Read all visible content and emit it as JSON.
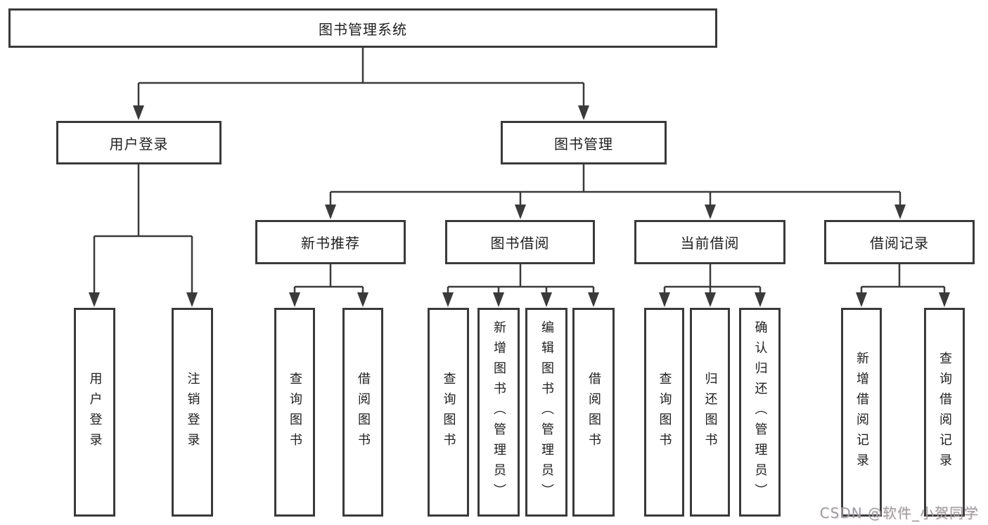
{
  "diagram": {
    "title": "图书管理系统",
    "level1": [
      {
        "label": "用户登录"
      },
      {
        "label": "图书管理"
      }
    ],
    "login_children": [
      {
        "label": "用户登录"
      },
      {
        "label": "注销登录"
      }
    ],
    "mgmt_modules": [
      {
        "label": "新书推荐",
        "children": [
          {
            "label": "查询图书"
          },
          {
            "label": "借阅图书"
          }
        ]
      },
      {
        "label": "图书借阅",
        "children": [
          {
            "label": "查询图书"
          },
          {
            "label": "新增图书（管理员）"
          },
          {
            "label": "编辑图书（管理员）"
          },
          {
            "label": "借阅图书"
          }
        ]
      },
      {
        "label": "当前借阅",
        "children": [
          {
            "label": "查询图书"
          },
          {
            "label": "归还图书"
          },
          {
            "label": "确认归还（管理员）"
          }
        ]
      },
      {
        "label": "借阅记录",
        "children": [
          {
            "label": "新增借阅记录"
          },
          {
            "label": "查询借阅记录"
          }
        ]
      }
    ]
  },
  "watermark": {
    "text": "CSDN @软件_小贺同学"
  },
  "colors": {
    "line": "#3a3a3a",
    "border": "#3a3a3a",
    "text": "#1f1f1f",
    "watermark_gray": "#9b9fa4",
    "background": "#ffffff"
  }
}
